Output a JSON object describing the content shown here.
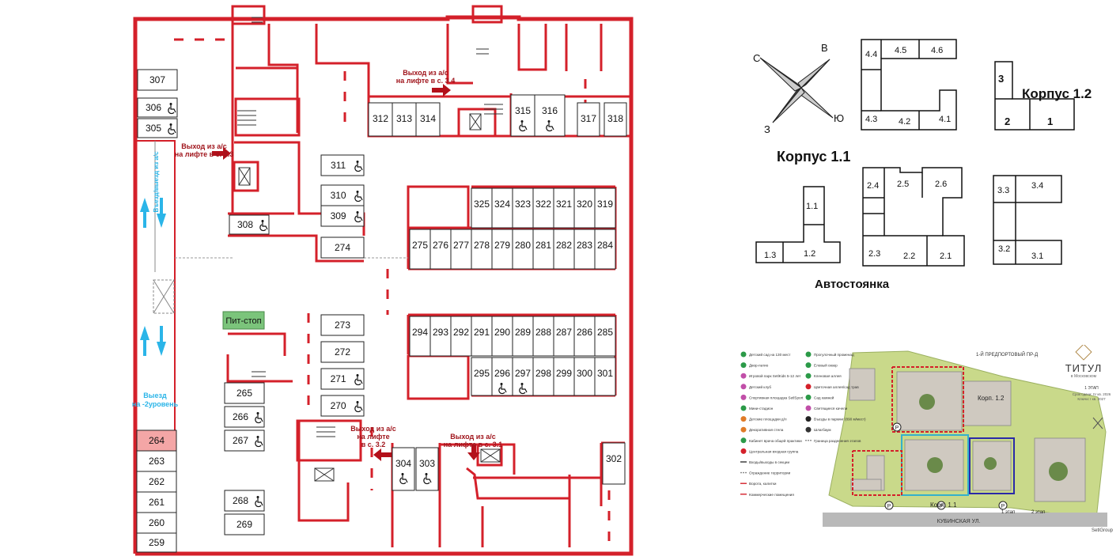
{
  "colors": {
    "wall": "#d4202a",
    "highlight": "#f4a6a6",
    "pitstop": "#7bc47b",
    "arrow": "#2bb5e8",
    "text": "#111111",
    "exit_text": "#a0151c"
  },
  "plan": {
    "spots": [
      {
        "id": "307",
        "accessible": false
      },
      {
        "id": "306",
        "accessible": true
      },
      {
        "id": "305",
        "accessible": true
      },
      {
        "id": "312",
        "accessible": false
      },
      {
        "id": "313",
        "accessible": false
      },
      {
        "id": "314",
        "accessible": false
      },
      {
        "id": "315",
        "accessible": true
      },
      {
        "id": "316",
        "accessible": true
      },
      {
        "id": "317",
        "accessible": false
      },
      {
        "id": "318",
        "accessible": false
      },
      {
        "id": "311",
        "accessible": true
      },
      {
        "id": "310",
        "accessible": true
      },
      {
        "id": "309",
        "accessible": true
      },
      {
        "id": "308",
        "accessible": true
      },
      {
        "id": "274",
        "accessible": false
      },
      {
        "id": "325",
        "accessible": false
      },
      {
        "id": "324",
        "accessible": false
      },
      {
        "id": "323",
        "accessible": false
      },
      {
        "id": "322",
        "accessible": false
      },
      {
        "id": "321",
        "accessible": false
      },
      {
        "id": "320",
        "accessible": false
      },
      {
        "id": "319",
        "accessible": false
      },
      {
        "id": "275",
        "accessible": false
      },
      {
        "id": "276",
        "accessible": false
      },
      {
        "id": "277",
        "accessible": false
      },
      {
        "id": "278",
        "accessible": false
      },
      {
        "id": "279",
        "accessible": false
      },
      {
        "id": "280",
        "accessible": false
      },
      {
        "id": "281",
        "accessible": false
      },
      {
        "id": "282",
        "accessible": false
      },
      {
        "id": "283",
        "accessible": false
      },
      {
        "id": "284",
        "accessible": false
      },
      {
        "id": "273",
        "accessible": false
      },
      {
        "id": "272",
        "accessible": false
      },
      {
        "id": "271",
        "accessible": true
      },
      {
        "id": "270",
        "accessible": true
      },
      {
        "id": "265",
        "accessible": false
      },
      {
        "id": "266",
        "accessible": true
      },
      {
        "id": "267",
        "accessible": true
      },
      {
        "id": "268",
        "accessible": true
      },
      {
        "id": "269",
        "accessible": false
      },
      {
        "id": "294",
        "accessible": false
      },
      {
        "id": "293",
        "accessible": false
      },
      {
        "id": "292",
        "accessible": false
      },
      {
        "id": "291",
        "accessible": false
      },
      {
        "id": "290",
        "accessible": false
      },
      {
        "id": "289",
        "accessible": false
      },
      {
        "id": "288",
        "accessible": false
      },
      {
        "id": "287",
        "accessible": false
      },
      {
        "id": "286",
        "accessible": false
      },
      {
        "id": "285",
        "accessible": false
      },
      {
        "id": "295",
        "accessible": false
      },
      {
        "id": "296",
        "accessible": true
      },
      {
        "id": "297",
        "accessible": true
      },
      {
        "id": "298",
        "accessible": false
      },
      {
        "id": "299",
        "accessible": false
      },
      {
        "id": "300",
        "accessible": false
      },
      {
        "id": "301",
        "accessible": false
      },
      {
        "id": "304",
        "accessible": true
      },
      {
        "id": "303",
        "accessible": true
      },
      {
        "id": "302",
        "accessible": false
      },
      {
        "id": "264",
        "accessible": false,
        "highlighted": true
      },
      {
        "id": "263",
        "accessible": false
      },
      {
        "id": "262",
        "accessible": false
      },
      {
        "id": "261",
        "accessible": false
      },
      {
        "id": "260",
        "accessible": false
      },
      {
        "id": "259",
        "accessible": false
      }
    ],
    "exits": [
      {
        "lines": [
          "Выход из а/с",
          "на лифте в с. 3.3"
        ]
      },
      {
        "lines": [
          "Выход из а/с",
          "на лифте в с. 3.4"
        ]
      },
      {
        "lines": [
          "Выход из а/с",
          "на лифте",
          "в с. 3.2"
        ]
      },
      {
        "lines": [
          "Выход из а/с",
          "на лифте в с. 3.1"
        ]
      }
    ],
    "ramp_top": "Въезд/выезд из а/с",
    "ramp_bottom": [
      "Выезд",
      "на -2уровень"
    ],
    "pitstop": "Пит-стоп"
  },
  "compass": {
    "c": "С",
    "v": "В",
    "yu": "Ю",
    "z": "З"
  },
  "keyplan": {
    "korpus_1_1": "Корпус 1.1",
    "korpus_1_2": "Корпус 1.2",
    "parking": "Автостоянка",
    "sections_1_1": [
      "4.4",
      "4.5",
      "4.6",
      "4.3",
      "4.2",
      "4.1"
    ],
    "sections_1_2": [
      "3",
      "2",
      "1"
    ],
    "sections_parking": [
      "1.1",
      "1.3",
      "1.2",
      "2.4",
      "2.5",
      "2.6",
      "2.3",
      "2.2",
      "2.1",
      "3.3",
      "3.4",
      "3.2",
      "3.1"
    ]
  },
  "masterplan": {
    "legend": [
      "Детский сад на 130 мест",
      "Двор-патио",
      "Игровой парк SetlKids 5-12 лет",
      "Детский клуб",
      "Спортивная площадка SetlSport",
      "Мини-стадион",
      "Детские площадки д/л",
      "Декоративная стела",
      "Кабинет врача общей практики",
      "Центральная входная группа",
      "Входы/выходы в секции",
      "Ограждение территории",
      "Ворота, калитки",
      "Коммерческие помещения",
      "Прогулочный променад",
      "Еловый сквер",
      "Кленовая аллея",
      "Цветочная аллея/сад трав",
      "Сад камней",
      "Светящиеся качели",
      "Въезды в паркинг (890 м/мест)",
      "Шлагбаум",
      "Граница разделения этапов"
    ],
    "road_top": "1-Й ПРЕДПОРТОВЫЙ ПР-Д",
    "road_bottom": "КУБИНСКАЯ УЛ.",
    "brand": "ТИТУЛ",
    "brand_sub": "в Московском",
    "stage": "1 ЭТАП",
    "stage_lines": [
      "Срок сдачи: IV кв. 2026",
      "Ключи: I кв. 2027"
    ],
    "korp_1_1": "Корп. 1.1",
    "korp_1_2": "Корп. 1.2",
    "etap1": "1 этап",
    "etap2": "2 этап",
    "developer": "SetlGroup"
  }
}
